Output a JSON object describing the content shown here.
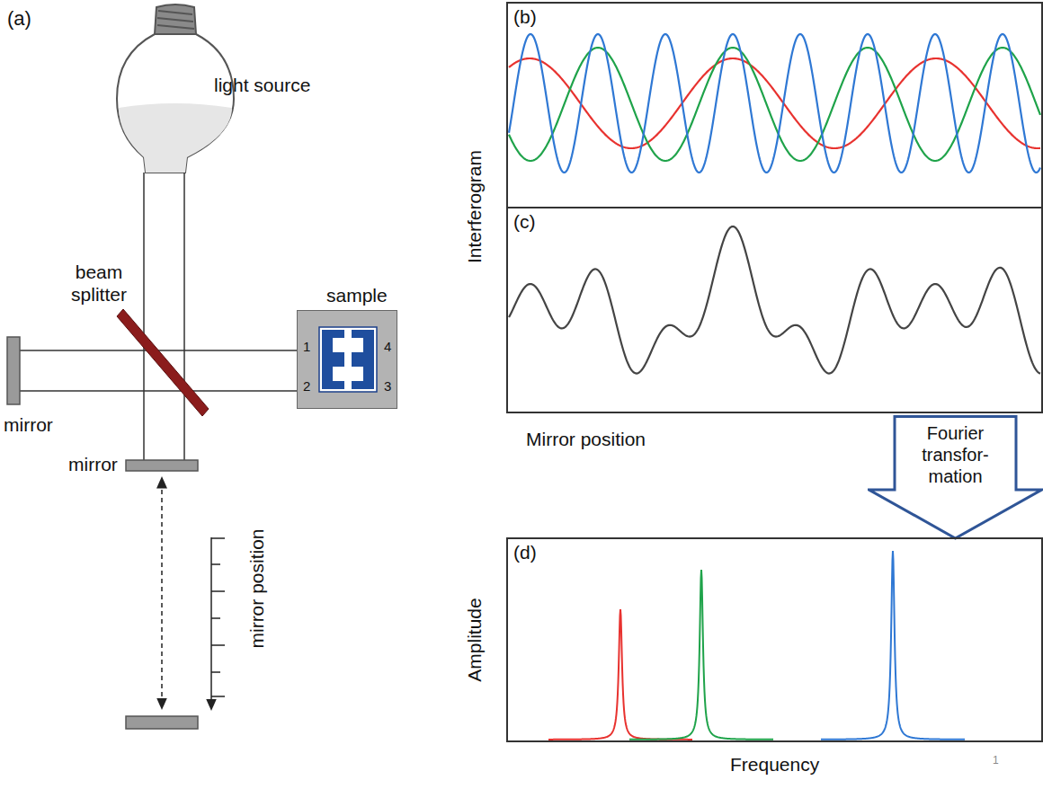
{
  "diagram": {
    "nodes": [
      {
        "text": [
          "sample"
        ]
      },
      {
        "text": [
          "(b)"
        ]
      },
      {
        "text": [
          "(c)"
        ]
      },
      {
        "text": [
          "Fourier transfor- mation"
        ]
      },
      {
        "text": [
          "(d)"
        ]
      }
    ],
    "labels": [
      "(a)",
      "light source",
      "beam splitter",
      "1",
      "2",
      "3",
      "4",
      "mirror",
      "mirror",
      "mirror position",
      "Interferogram",
      "Mirror position",
      "Amplitude",
      "Frequency",
      "1"
    ]
  }
}
